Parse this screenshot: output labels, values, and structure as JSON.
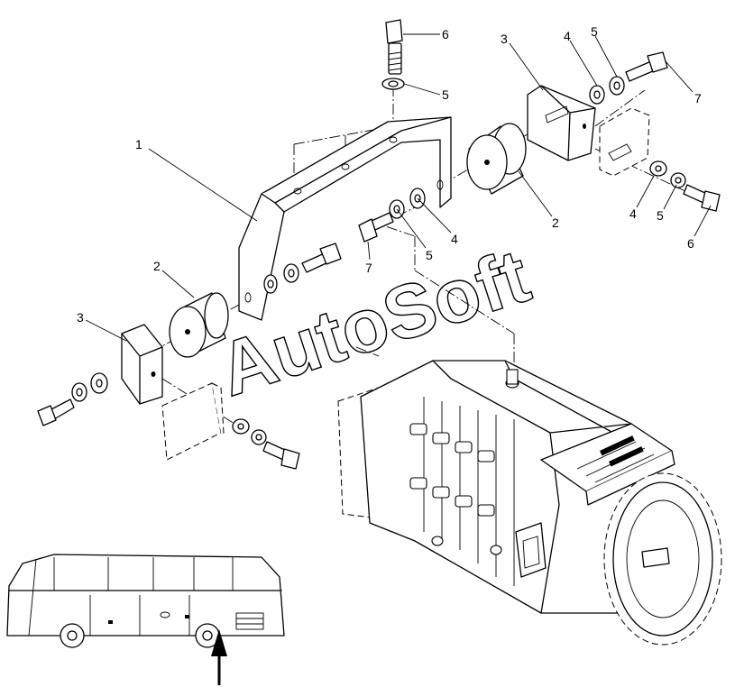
{
  "watermark": "AutoSoft",
  "callouts": {
    "bolt_top_6": "6",
    "washer_top_5": "5",
    "bracket_1": "1",
    "mount_left_3": "3",
    "mount_left_2": "2",
    "washer_mid_4": "4",
    "washer_mid_5": "5",
    "bolt_mid_7": "7",
    "mount_right_3": "3",
    "washer_right_4": "4",
    "washer_right_5": "5",
    "bolt_right_7": "7",
    "mount_right_2": "2",
    "washer_lower_4": "4",
    "washer_lower_5": "5",
    "bolt_lower_6": "6"
  },
  "icons": {
    "view_arrow": "arrow-up-icon",
    "vehicle": "bus-icon"
  },
  "colors": {
    "line": "#000000",
    "background": "#ffffff"
  }
}
